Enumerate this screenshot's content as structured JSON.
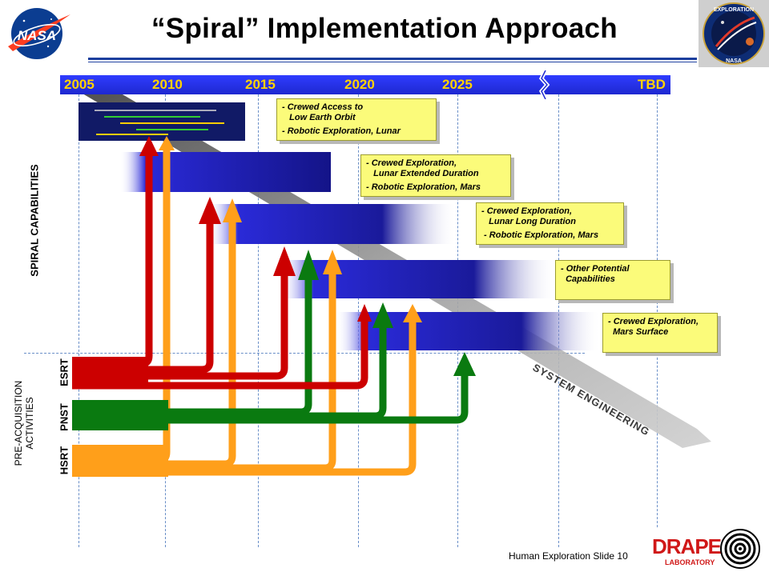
{
  "slide": {
    "title": "“Spiral” Implementation Approach",
    "footer": "Human Exploration Slide 10"
  },
  "logos": {
    "nasa": {
      "text": "NASA",
      "icon": "nasa-meatball-logo"
    },
    "exploration": {
      "text": "EXPLORATION",
      "sub": "NASA",
      "icon": "exploration-emblem"
    },
    "draper": {
      "text": "DRAPER",
      "sub": "LABORATORY",
      "icon": "draper-laboratory-logo"
    }
  },
  "timeline": {
    "years": [
      "2005",
      "2010",
      "2015",
      "2020",
      "2025",
      "TBD"
    ],
    "color": "#2a34e8",
    "label_color": "#ffd200"
  },
  "labels": {
    "spiral_capabilities": "SPIRAL CAPABILITIES",
    "pre_acquisition": "PRE-ACQUISITION",
    "activities": "ACTIVITIES",
    "system_engineering": "SYSTEM ENGINEERING"
  },
  "teams": [
    {
      "name": "ESRT",
      "color": "#cc0000"
    },
    {
      "name": "PNST",
      "color": "#0a7a10"
    },
    {
      "name": "HSRT",
      "color": "#ff9f1a"
    }
  ],
  "callouts": [
    {
      "lines": [
        "- Crewed Access to",
        "   Low Earth Orbit",
        "- Robotic Exploration, Lunar"
      ]
    },
    {
      "lines": [
        "- Crewed Exploration,",
        "   Lunar Extended Duration",
        "- Robotic Exploration, Mars"
      ]
    },
    {
      "lines": [
        "- Crewed Exploration,",
        "   Lunar Long Duration",
        " - Robotic Exploration, Mars"
      ]
    },
    {
      "lines": [
        "- Other Potential",
        "  Capabilities"
      ]
    },
    {
      "lines": [
        "- Crewed Exploration,",
        "  Mars Surface"
      ]
    }
  ],
  "colors": {
    "callout_bg": "#fbfb7a",
    "spiral_bar": "#2a2ad8",
    "arrow_gray": "#a0a0a0",
    "red": "#cc0000",
    "green": "#0a7a10",
    "orange": "#ff9f1a"
  }
}
